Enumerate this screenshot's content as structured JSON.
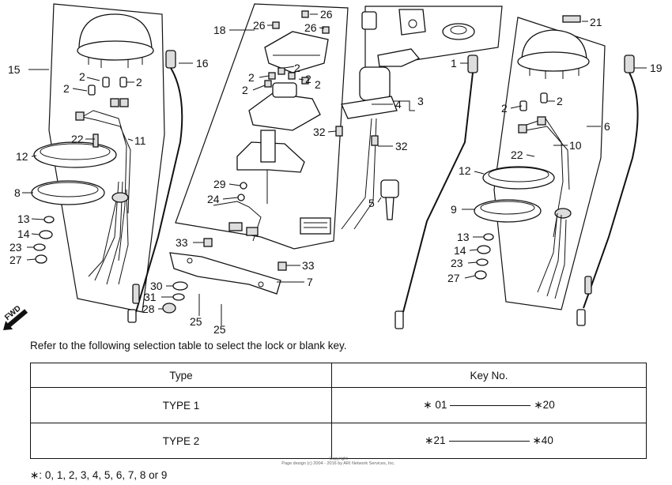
{
  "callouts": [
    "15",
    "2",
    "2",
    "2",
    "22",
    "11",
    "12",
    "8",
    "13",
    "14",
    "23",
    "27",
    "16",
    "18",
    "26",
    "26",
    "26",
    "2",
    "2",
    "2",
    "2",
    "2",
    "29",
    "24",
    "33",
    "30",
    "31",
    "28",
    "25",
    "25",
    "33",
    "7",
    "32",
    "32",
    "4",
    "3",
    "5",
    "1",
    "21",
    "19",
    "6",
    "2",
    "2",
    "10",
    "22",
    "12",
    "9",
    "13",
    "14",
    "23",
    "27"
  ],
  "fwd_label": "FWD",
  "instruction": "Refer to the following selection table to select the lock or blank key.",
  "table": {
    "headers": [
      "Type",
      "Key No."
    ],
    "rows": [
      {
        "type": "TYPE 1",
        "key_from": "∗ 01",
        "key_to": "∗20"
      },
      {
        "type": "TYPE 2",
        "key_from": "∗21",
        "key_to": "∗40"
      }
    ]
  },
  "footnote": "∗: 0, 1, 2, 3, 4, 5, 6, 7, 8 or 9",
  "copyright": {
    "line1": "Copyright",
    "line2": "Page design (c) 2004 - 2016 by ARI Network Services, Inc."
  }
}
